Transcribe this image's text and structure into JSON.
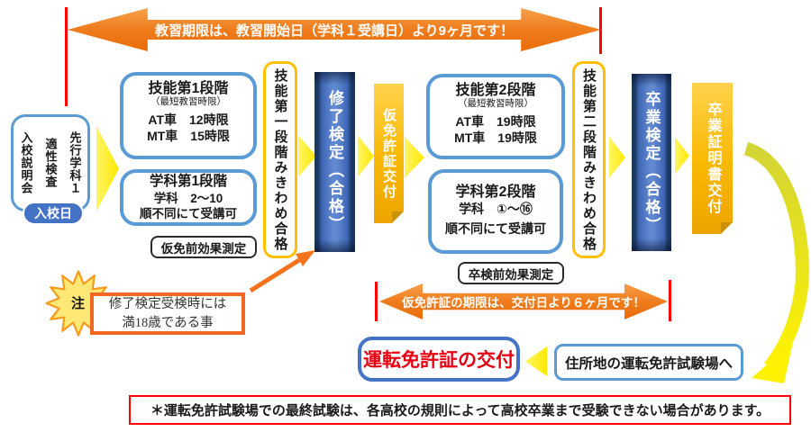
{
  "top_arrow": {
    "label": "教習期限は、教習開始日（学科１受講日）より9ヶ月です！"
  },
  "mid_arrow": {
    "label": "仮免許証の期限は、交付日より６ヶ月です！"
  },
  "entry": {
    "columns": [
      "入校説明会",
      "適性検査",
      "先行学科１"
    ],
    "badge": "入校日"
  },
  "stage1": {
    "skill": {
      "title": "技能第1段階",
      "subtitle": "（最短教習時限）",
      "rows": [
        "AT車　12時限",
        "MT車　15時限"
      ]
    },
    "gakka": {
      "title": "学科第1段階",
      "line1": "学科　2～10",
      "line2": "順不同にて受講可"
    },
    "sokutei": "仮免前効果測定",
    "mikiwame": "技能第一段階みきわめ合格"
  },
  "stage2": {
    "skill": {
      "title": "技能第2段階",
      "subtitle": "（最短教習時限）",
      "rows": [
        "AT車　19時限",
        "MT車　19時限"
      ]
    },
    "gakka": {
      "title": "学科第2段階",
      "line1": "学科　①～⑯",
      "line2": "順不同にて受講可"
    },
    "sokutei": "卒検前効果測定",
    "mikiwame": "技能第二段階みきわめ合格"
  },
  "bars": {
    "shuryo": "修了検定（合格）",
    "karimen": "仮免許証交付",
    "sotsugyo_kentei": "卒業検定（合格）",
    "sotsugyo_shomeisho": "卒業証明書交付"
  },
  "note_age": {
    "mark": "注",
    "line1": "修了検定受検時には",
    "line2": "満18歳である事"
  },
  "bottom": {
    "menkyo": "運転免許証の交付",
    "jusho": "住所地の運転免許試験場へ",
    "note": "＊運転免許試験場での最終試験は、各高校の規則によって高校卒業まで受験できない場合があります。"
  },
  "colors": {
    "orange_arrow": "#EF7D1E",
    "yellow_arrow": "#FFEE00",
    "blue_border": "#5B9BD5",
    "blue_dark": "#4472C4",
    "gold": "#F9B800",
    "gold_border": "#FFC000",
    "red": "#FF0000"
  }
}
